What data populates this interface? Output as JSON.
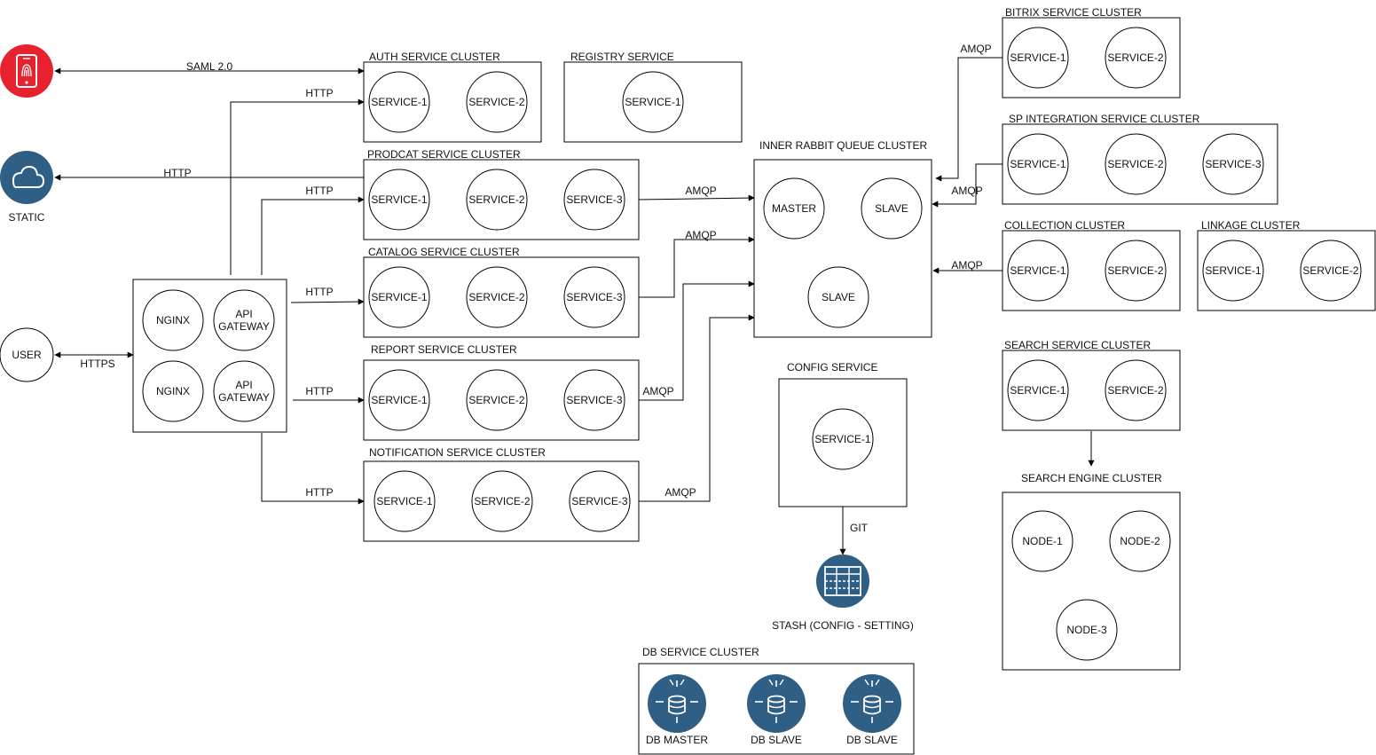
{
  "colors": {
    "line": "#000000",
    "icon_blue": "#2f5f84",
    "phone_red": "#e8212e"
  },
  "external": {
    "phone": {
      "icon": "fingerprint-phone-icon"
    },
    "static": {
      "icon": "cloud-icon",
      "label": "STATIC"
    },
    "user": {
      "label": "USER"
    }
  },
  "gateway": {
    "nodes": [
      "NGINX",
      "API GATEWAY",
      "NGINX",
      "API GATEWAY"
    ]
  },
  "clusters": {
    "auth": {
      "title": "AUTH SERVICE CLUSTER",
      "nodes": [
        "SERVICE-1",
        "SERVICE-2"
      ]
    },
    "registry": {
      "title": "REGISTRY SERVICE",
      "nodes": [
        "SERVICE-1"
      ]
    },
    "prodcat": {
      "title": "PRODCAT SERVICE CLUSTER",
      "nodes": [
        "SERVICE-1",
        "SERVICE-2",
        "SERVICE-3"
      ]
    },
    "catalog": {
      "title": "CATALOG SERVICE CLUSTER",
      "nodes": [
        "SERVICE-1",
        "SERVICE-2",
        "SERVICE-3"
      ]
    },
    "report": {
      "title": "REPORT SERVICE CLUSTER",
      "nodes": [
        "SERVICE-1",
        "SERVICE-2",
        "SERVICE-3"
      ]
    },
    "notification": {
      "title": "NOTIFICATION SERVICE CLUSTER",
      "nodes": [
        "SERVICE-1",
        "SERVICE-2",
        "SERVICE-3"
      ]
    },
    "rabbit": {
      "title": "INNER RABBIT QUEUE CLUSTER",
      "nodes": [
        "MASTER",
        "SLAVE",
        "SLAVE"
      ]
    },
    "config": {
      "title": "CONFIG SERVICE",
      "nodes": [
        "SERVICE-1"
      ]
    },
    "bitrix": {
      "title": "BITRIX SERVICE CLUSTER",
      "nodes": [
        "SERVICE-1",
        "SERVICE-2"
      ]
    },
    "sp": {
      "title": "SP INTEGRATION SERVICE CLUSTER",
      "nodes": [
        "SERVICE-1",
        "SERVICE-2",
        "SERVICE-3"
      ]
    },
    "collection": {
      "title": "COLLECTION CLUSTER",
      "nodes": [
        "SERVICE-1",
        "SERVICE-2"
      ]
    },
    "linkage": {
      "title": "LINKAGE CLUSTER",
      "nodes": [
        "SERVICE-1",
        "SERVICE-2"
      ]
    },
    "search": {
      "title": "SEARCH SERVICE CLUSTER",
      "nodes": [
        "SERVICE-1",
        "SERVICE-2"
      ]
    },
    "search_engine": {
      "title": "SEARCH ENGINE CLUSTER",
      "nodes": [
        "NODE-1",
        "NODE-2",
        "NODE-3"
      ]
    },
    "db": {
      "title": "DB SERVICE CLUSTER",
      "nodes": [
        "DB MASTER",
        "DB SLAVE",
        "DB SLAVE"
      ]
    }
  },
  "stash": {
    "icon": "table-grid-icon",
    "label": "STASH (CONFIG - SETTING)"
  },
  "edge_labels": {
    "saml": "SAML 2.0",
    "http_auth": "HTTP",
    "http_static": "HTTP",
    "http_prodcat": "HTTP",
    "http_catalog": "HTTP",
    "http_report": "HTTP",
    "http_notification": "HTTP",
    "https_user": "HTTPS",
    "amqp_prodcat": "AMQP",
    "amqp_catalog": "AMQP",
    "amqp_report": "AMQP",
    "amqp_notification": "AMQP",
    "amqp_bitrix": "AMQP",
    "amqp_sp": "AMQP",
    "amqp_collection": "AMQP",
    "git": "GIT"
  }
}
